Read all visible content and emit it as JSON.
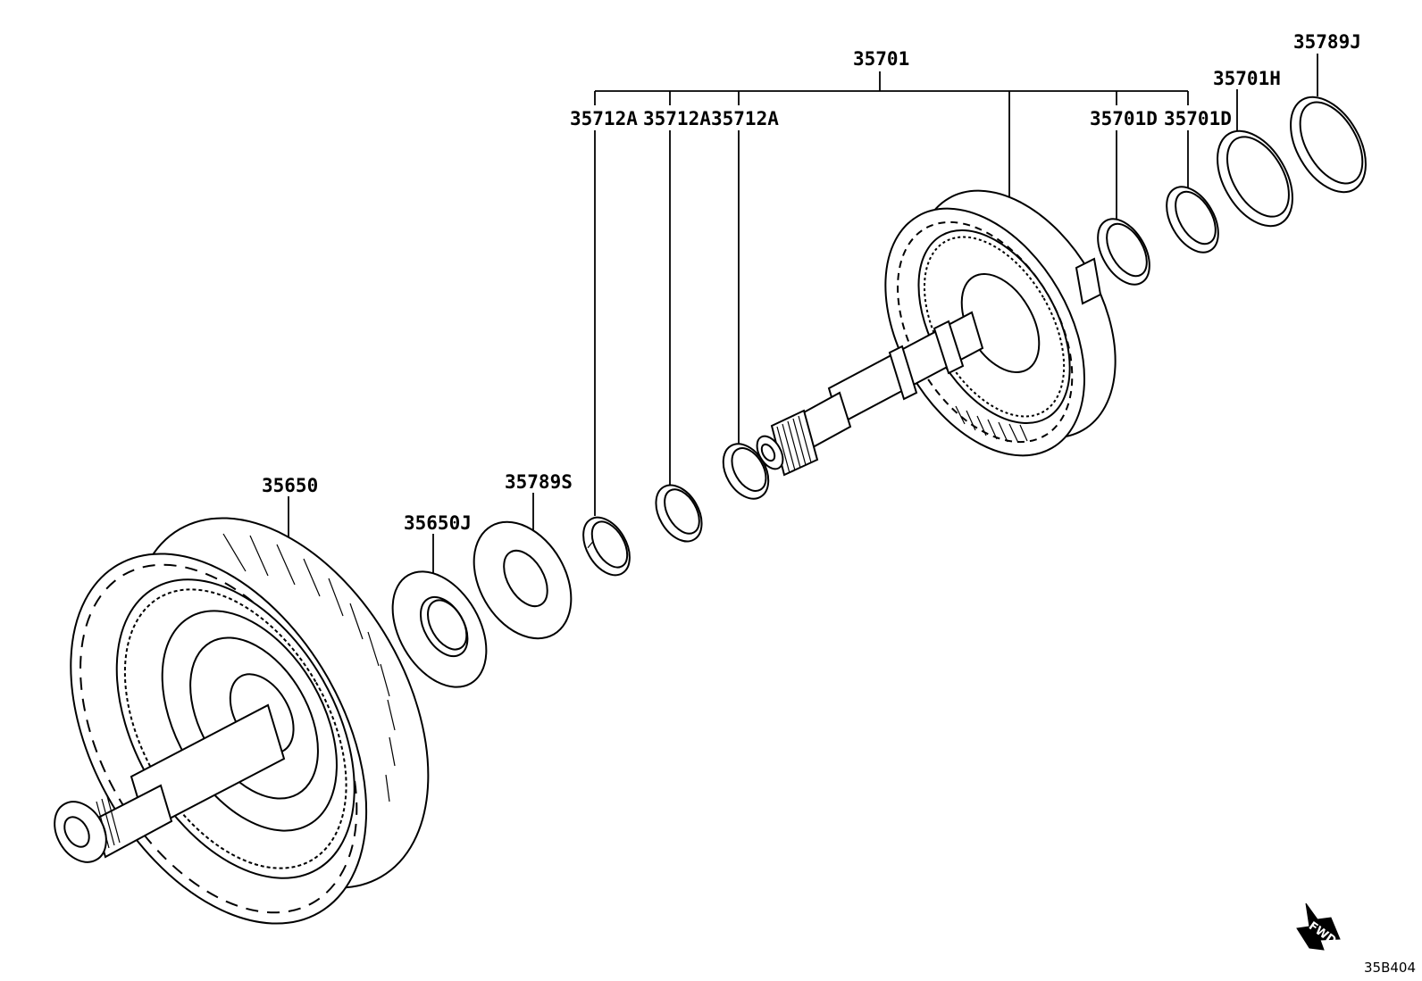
{
  "labels": {
    "l35701": "35701",
    "l35789J": "35789J",
    "l35701H": "35701H",
    "l35712A_1": "35712A",
    "l35712A_2": "35712A",
    "l35712A_3": "35712A",
    "l35701D_1": "35701D",
    "l35701D_2": "35701D",
    "l35650": "35650",
    "l35650J": "35650J",
    "l35789S": "35789S"
  },
  "fwd_label": "FWD",
  "diagram_code": "35B404",
  "icons": [
    "fwd-arrow-icon"
  ]
}
